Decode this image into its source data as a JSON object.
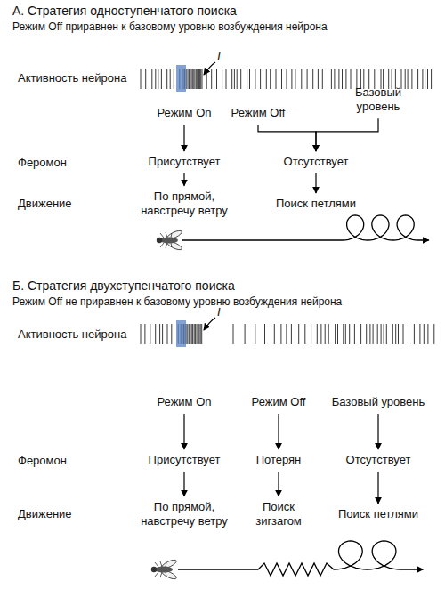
{
  "diagram": {
    "nodes": [
      {
        "text": [
          "Режим On"
        ]
      },
      {
        "text": [
          "Режим Off"
        ]
      },
      {
        "text": [
          "Базовый уровень"
        ]
      },
      {
        "text": [
          "Присутствует"
        ]
      },
      {
        "text": [
          "Отсутствует"
        ]
      },
      {
        "text": [
          "По прямой, навстречу ветру"
        ]
      },
      {
        "text": [
          "Поиск петлями"
        ]
      },
      {
        "text": [
          "Режим On"
        ]
      },
      {
        "text": [
          "Режим Off"
        ]
      },
      {
        "text": [
          "Базовый уровень"
        ]
      },
      {
        "text": [
          "Присутствует"
        ]
      },
      {
        "text": [
          "Потерян"
        ]
      },
      {
        "text": [
          "Отсутствует"
        ]
      },
      {
        "text": [
          "По прямой, навстречу ветру"
        ]
      },
      {
        "text": [
          "Поиск зигзагом"
        ]
      },
      {
        "text": [
          "Поиск петлями"
        ]
      }
    ],
    "edges": [
      {
        "from": 0,
        "to": 3,
        "arrow": "to"
      },
      {
        "from": 3,
        "to": 5,
        "arrow": "to"
      },
      {
        "from": 1,
        "to": 4,
        "arrow": "to"
      },
      {
        "from": 2,
        "to": 4,
        "arrow": "to"
      },
      {
        "from": 4,
        "to": 6,
        "arrow": "to"
      },
      {
        "from": 7,
        "to": 10,
        "arrow": "to"
      },
      {
        "from": 10,
        "to": 13,
        "arrow": "to"
      },
      {
        "from": 8,
        "to": 11,
        "arrow": "to"
      },
      {
        "from": 11,
        "to": 14,
        "arrow": "to"
      },
      {
        "from": 9,
        "to": 12,
        "arrow": "to"
      },
      {
        "from": 12,
        "to": 15,
        "arrow": "to"
      }
    ],
    "labels": [
      "А. Стратегия одноступенчатого поиска",
      "Режим Off приравнен к базовому уровню возбуждения нейрона",
      "Активность нейрона",
      "I",
      "Феромон",
      "Движение",
      "Б. Стратегия двухступенчатого поиска",
      "Режим Off не приравнен к базовому уровню возбуждения нейрона",
      "Активность нейрона",
      "I",
      "Феромон",
      "Движение"
    ]
  }
}
